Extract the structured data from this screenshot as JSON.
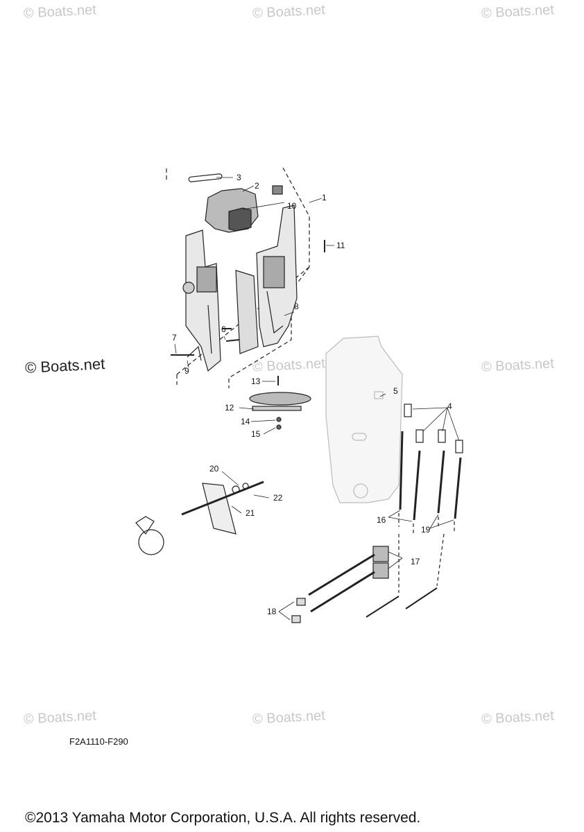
{
  "watermarks": {
    "text": "© Boats.net",
    "emphasized": "© Boats.net"
  },
  "callouts": [
    "1",
    "2",
    "3",
    "4",
    "5",
    "6",
    "7",
    "8",
    "9",
    "10",
    "11",
    "12",
    "13",
    "14",
    "15",
    "16",
    "17",
    "18",
    "19",
    "20",
    "21",
    "22"
  ],
  "figure_code": "F2A1110-F290",
  "copyright": "©2013 Yamaha Motor Corporation, U.S.A. All rights reserved."
}
